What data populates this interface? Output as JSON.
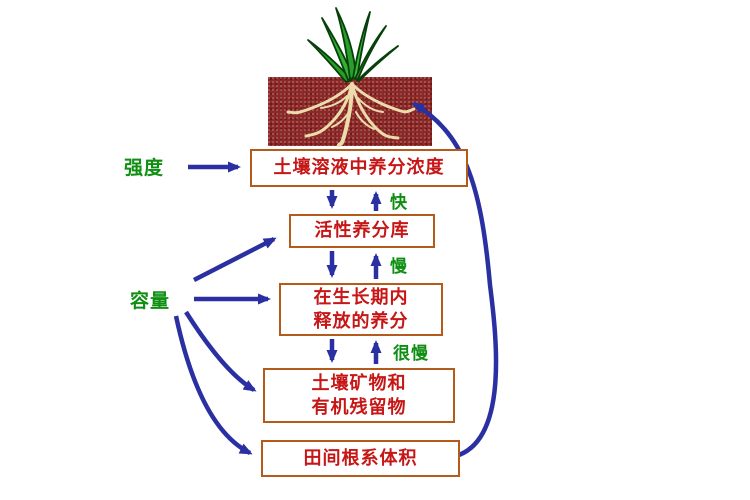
{
  "diagram": {
    "boxes": [
      {
        "label": "土壤溶液中养分浓度"
      },
      {
        "label": "活性养分库"
      },
      {
        "line1": "在生长期内",
        "line2": "释放的养分"
      },
      {
        "line1": "土壤矿物和",
        "line2": "有机残留物"
      },
      {
        "label": "田间根系体积"
      }
    ],
    "side_labels": {
      "intensity": "强度",
      "capacity": "容量"
    },
    "rate_labels": {
      "fast": "快",
      "slow": "慢",
      "very_slow": "很慢"
    },
    "colors": {
      "box_border": "#b45a1a",
      "box_text": "#c61616",
      "label_green": "#0f8f12",
      "arrow_blue": "#2a2fa2",
      "soil_red": "#8d2828",
      "root_tan": "#ecdcab",
      "leaf_green": "#2a9d2a"
    }
  }
}
